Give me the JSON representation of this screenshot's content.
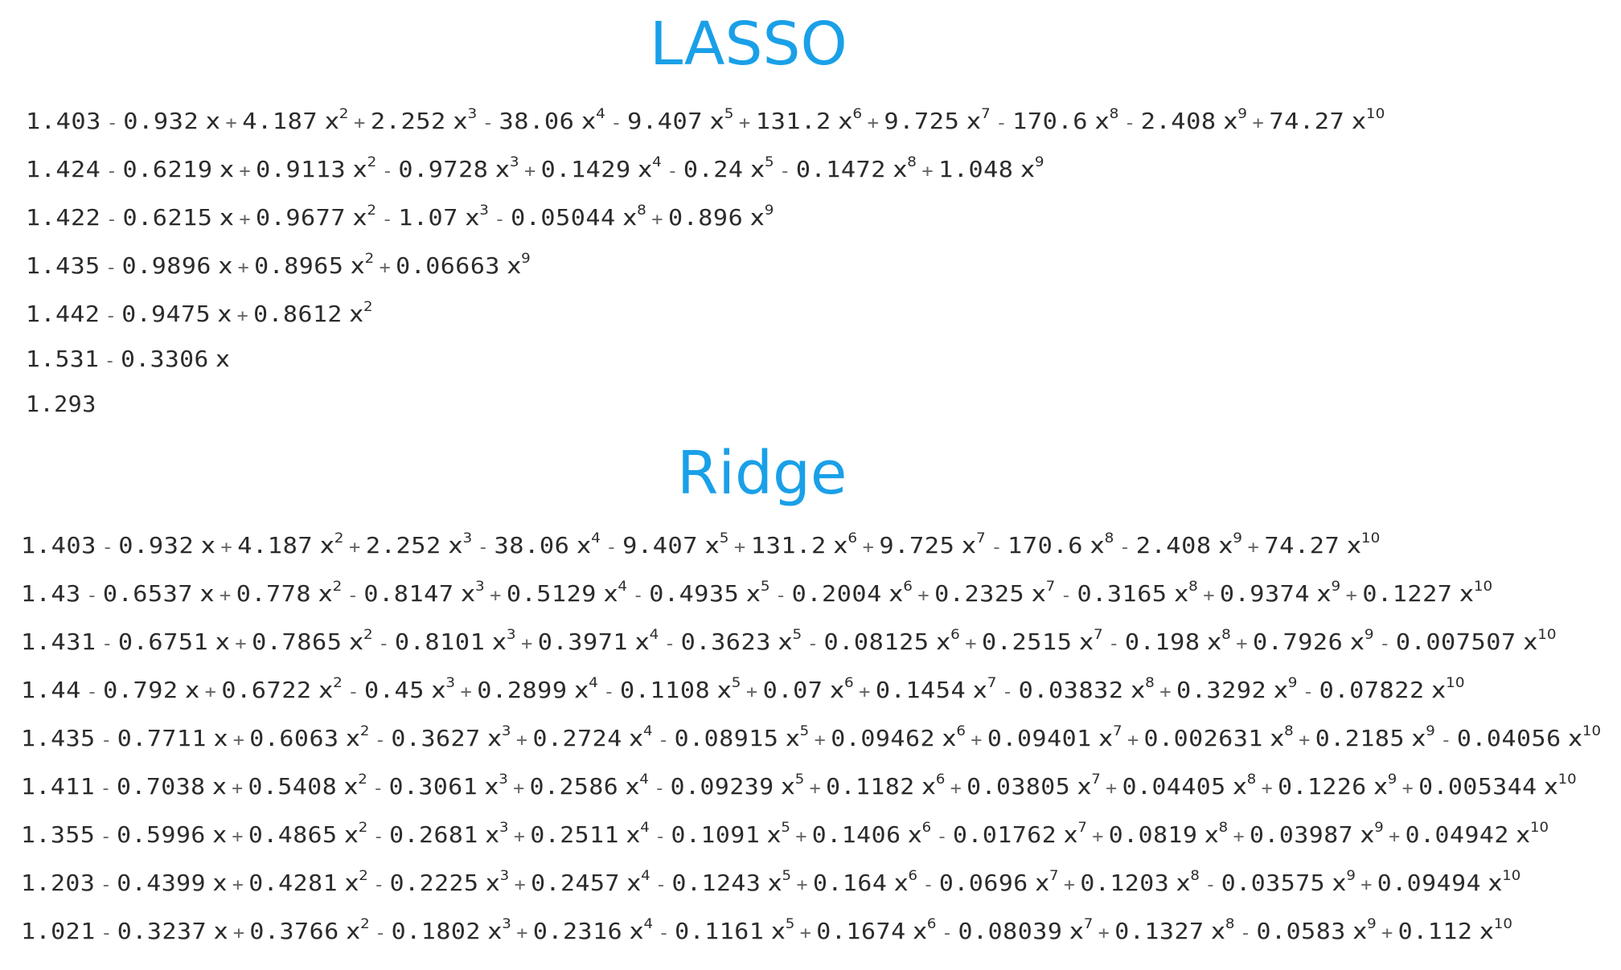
{
  "lasso": {
    "title": "LASSO",
    "rows": [
      [
        [
          "",
          "1.403",
          ""
        ],
        [
          "-",
          "0.932",
          ""
        ],
        [
          "+",
          "4.187",
          "2"
        ],
        [
          "+",
          "2.252",
          "3"
        ],
        [
          "-",
          "38.06",
          "4"
        ],
        [
          "-",
          "9.407",
          "5"
        ],
        [
          "+",
          "131.2",
          "6"
        ],
        [
          "+",
          "9.725",
          "7"
        ],
        [
          "-",
          "170.6",
          "8"
        ],
        [
          "-",
          "2.408",
          "9"
        ],
        [
          "+",
          "74.27",
          "10"
        ]
      ],
      [
        [
          "",
          "1.424",
          ""
        ],
        [
          "-",
          "0.6219",
          ""
        ],
        [
          "+",
          "0.9113",
          "2"
        ],
        [
          "-",
          "0.9728",
          "3"
        ],
        [
          "+",
          "0.1429",
          "4"
        ],
        [
          "-",
          "0.24",
          "5"
        ],
        [
          "-",
          "0.1472",
          "8"
        ],
        [
          "+",
          "1.048",
          "9"
        ]
      ],
      [
        [
          "",
          "1.422",
          ""
        ],
        [
          "-",
          "0.6215",
          ""
        ],
        [
          "+",
          "0.9677",
          "2"
        ],
        [
          "-",
          "1.07",
          "3"
        ],
        [
          "-",
          "0.05044",
          "8"
        ],
        [
          "+",
          "0.896",
          "9"
        ]
      ],
      [
        [
          "",
          "1.435",
          ""
        ],
        [
          "-",
          "0.9896",
          ""
        ],
        [
          "+",
          "0.8965",
          "2"
        ],
        [
          "+",
          "0.06663",
          "9"
        ]
      ],
      [
        [
          "",
          "1.442",
          ""
        ],
        [
          "-",
          "0.9475",
          ""
        ],
        [
          "+",
          "0.8612",
          "2"
        ]
      ],
      [
        [
          "",
          "1.531",
          ""
        ],
        [
          "-",
          "0.3306",
          ""
        ]
      ],
      [
        [
          "",
          "1.293",
          ""
        ]
      ]
    ]
  },
  "ridge": {
    "title": "Ridge",
    "rows": [
      [
        [
          "",
          "1.403",
          ""
        ],
        [
          "-",
          "0.932",
          ""
        ],
        [
          "+",
          "4.187",
          "2"
        ],
        [
          "+",
          "2.252",
          "3"
        ],
        [
          "-",
          "38.06",
          "4"
        ],
        [
          "-",
          "9.407",
          "5"
        ],
        [
          "+",
          "131.2",
          "6"
        ],
        [
          "+",
          "9.725",
          "7"
        ],
        [
          "-",
          "170.6",
          "8"
        ],
        [
          "-",
          "2.408",
          "9"
        ],
        [
          "+",
          "74.27",
          "10"
        ]
      ],
      [
        [
          "",
          "1.43",
          ""
        ],
        [
          "-",
          "0.6537",
          ""
        ],
        [
          "+",
          "0.778",
          "2"
        ],
        [
          "-",
          "0.8147",
          "3"
        ],
        [
          "+",
          "0.5129",
          "4"
        ],
        [
          "-",
          "0.4935",
          "5"
        ],
        [
          "-",
          "0.2004",
          "6"
        ],
        [
          "+",
          "0.2325",
          "7"
        ],
        [
          "-",
          "0.3165",
          "8"
        ],
        [
          "+",
          "0.9374",
          "9"
        ],
        [
          "+",
          "0.1227",
          "10"
        ]
      ],
      [
        [
          "",
          "1.431",
          ""
        ],
        [
          "-",
          "0.6751",
          ""
        ],
        [
          "+",
          "0.7865",
          "2"
        ],
        [
          "-",
          "0.8101",
          "3"
        ],
        [
          "+",
          "0.3971",
          "4"
        ],
        [
          "-",
          "0.3623",
          "5"
        ],
        [
          "-",
          "0.08125",
          "6"
        ],
        [
          "+",
          "0.2515",
          "7"
        ],
        [
          "-",
          "0.198",
          "8"
        ],
        [
          "+",
          "0.7926",
          "9"
        ],
        [
          "-",
          "0.007507",
          "10"
        ]
      ],
      [
        [
          "",
          "1.44",
          ""
        ],
        [
          "-",
          "0.792",
          ""
        ],
        [
          "+",
          "0.6722",
          "2"
        ],
        [
          "-",
          "0.45",
          "3"
        ],
        [
          "+",
          "0.2899",
          "4"
        ],
        [
          "-",
          "0.1108",
          "5"
        ],
        [
          "+",
          "0.07",
          "6"
        ],
        [
          "+",
          "0.1454",
          "7"
        ],
        [
          "-",
          "0.03832",
          "8"
        ],
        [
          "+",
          "0.3292",
          "9"
        ],
        [
          "-",
          "0.07822",
          "10"
        ]
      ],
      [
        [
          "",
          "1.435",
          ""
        ],
        [
          "-",
          "0.7711",
          ""
        ],
        [
          "+",
          "0.6063",
          "2"
        ],
        [
          "-",
          "0.3627",
          "3"
        ],
        [
          "+",
          "0.2724",
          "4"
        ],
        [
          "-",
          "0.08915",
          "5"
        ],
        [
          "+",
          "0.09462",
          "6"
        ],
        [
          "+",
          "0.09401",
          "7"
        ],
        [
          "+",
          "0.002631",
          "8"
        ],
        [
          "+",
          "0.2185",
          "9"
        ],
        [
          "-",
          "0.04056",
          "10"
        ]
      ],
      [
        [
          "",
          "1.411",
          ""
        ],
        [
          "-",
          "0.7038",
          ""
        ],
        [
          "+",
          "0.5408",
          "2"
        ],
        [
          "-",
          "0.3061",
          "3"
        ],
        [
          "+",
          "0.2586",
          "4"
        ],
        [
          "-",
          "0.09239",
          "5"
        ],
        [
          "+",
          "0.1182",
          "6"
        ],
        [
          "+",
          "0.03805",
          "7"
        ],
        [
          "+",
          "0.04405",
          "8"
        ],
        [
          "+",
          "0.1226",
          "9"
        ],
        [
          "+",
          "0.005344",
          "10"
        ]
      ],
      [
        [
          "",
          "1.355",
          ""
        ],
        [
          "-",
          "0.5996",
          ""
        ],
        [
          "+",
          "0.4865",
          "2"
        ],
        [
          "-",
          "0.2681",
          "3"
        ],
        [
          "+",
          "0.2511",
          "4"
        ],
        [
          "-",
          "0.1091",
          "5"
        ],
        [
          "+",
          "0.1406",
          "6"
        ],
        [
          "-",
          "0.01762",
          "7"
        ],
        [
          "+",
          "0.0819",
          "8"
        ],
        [
          "+",
          "0.03987",
          "9"
        ],
        [
          "+",
          "0.04942",
          "10"
        ]
      ],
      [
        [
          "",
          "1.203",
          ""
        ],
        [
          "-",
          "0.4399",
          ""
        ],
        [
          "+",
          "0.4281",
          "2"
        ],
        [
          "-",
          "0.2225",
          "3"
        ],
        [
          "+",
          "0.2457",
          "4"
        ],
        [
          "-",
          "0.1243",
          "5"
        ],
        [
          "+",
          "0.164",
          "6"
        ],
        [
          "-",
          "0.0696",
          "7"
        ],
        [
          "+",
          "0.1203",
          "8"
        ],
        [
          "-",
          "0.03575",
          "9"
        ],
        [
          "+",
          "0.09494",
          "10"
        ]
      ],
      [
        [
          "",
          "1.021",
          ""
        ],
        [
          "-",
          "0.3237",
          ""
        ],
        [
          "+",
          "0.3766",
          "2"
        ],
        [
          "-",
          "0.1802",
          "3"
        ],
        [
          "+",
          "0.2316",
          "4"
        ],
        [
          "-",
          "0.1161",
          "5"
        ],
        [
          "+",
          "0.1674",
          "6"
        ],
        [
          "-",
          "0.08039",
          "7"
        ],
        [
          "+",
          "0.1327",
          "8"
        ],
        [
          "-",
          "0.0583",
          "9"
        ],
        [
          "+",
          "0.112",
          "10"
        ]
      ]
    ]
  },
  "variable": "x"
}
